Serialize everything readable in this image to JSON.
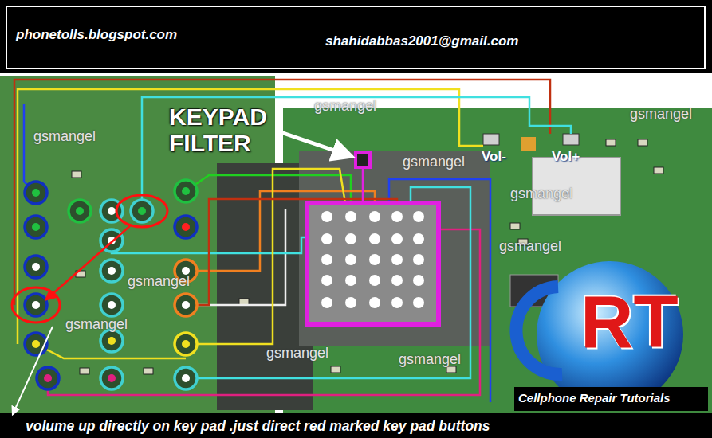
{
  "diagram": {
    "nodes": [
      {
        "text": [
          "phonetolls.blogspot.com",
          "shahidabbas2001@gmail.com"
        ]
      }
    ],
    "labels": [
      "KEYPAD FILTER",
      "gsmangel",
      "gsmangel",
      "gsmangel",
      "gsmangel",
      "gsmangel",
      "gsmangel",
      "gsmangel",
      "gsmangel",
      "gsmangel",
      "gsmangel",
      "Vol-",
      "Vol+",
      "RT",
      "Cellphone Repair Tutorials",
      "volume up directly on key pad .just direct red marked key pad buttons"
    ]
  }
}
